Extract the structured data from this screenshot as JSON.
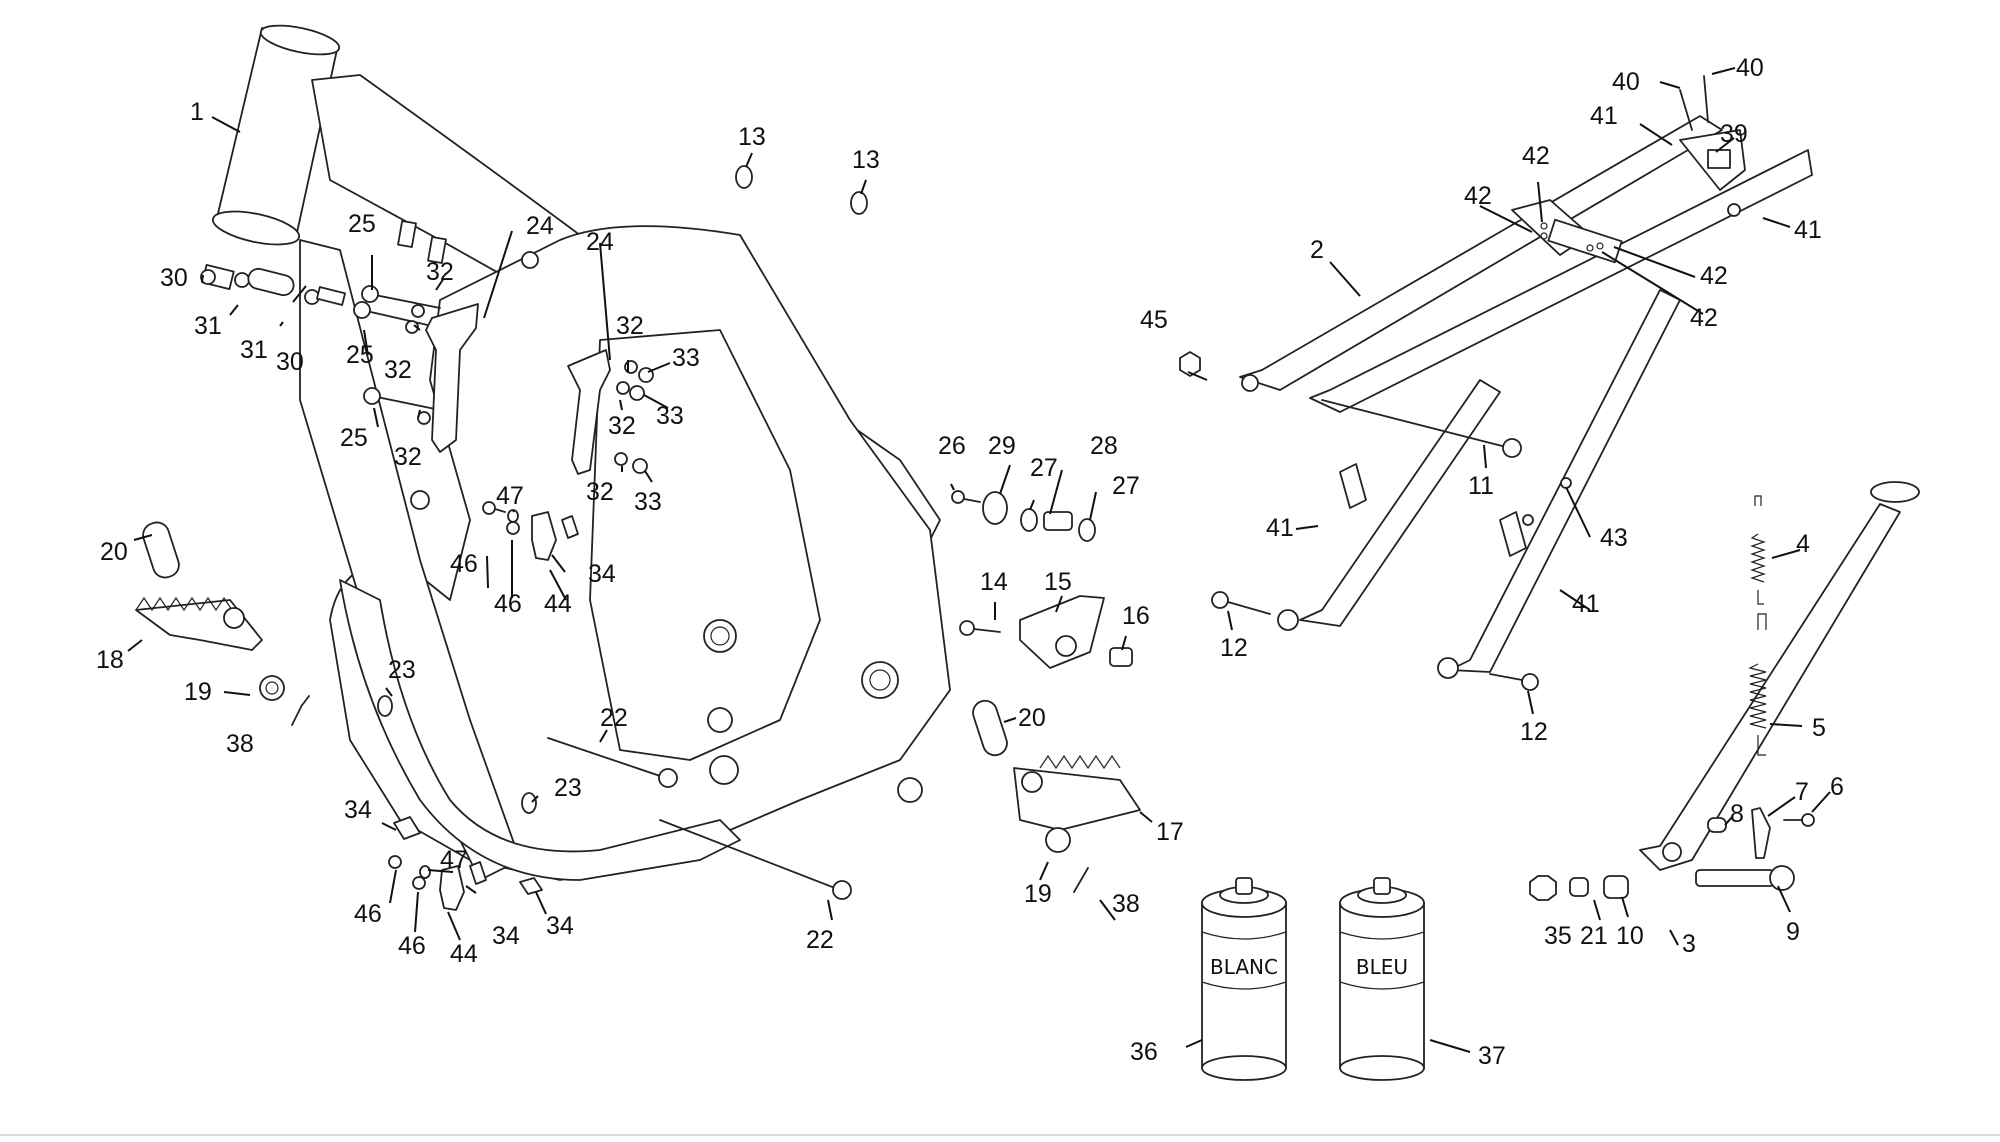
{
  "diagram": {
    "title": "",
    "type": "exploded-parts-diagram",
    "subject": "motorcycle frame, subframe, side stand, footpegs and fittings"
  },
  "cans": [
    {
      "label": "BLANC",
      "ref": "36"
    },
    {
      "label": "BLEU",
      "ref": "37"
    }
  ],
  "callouts": [
    {
      "id": "c1",
      "text": "1"
    },
    {
      "id": "c2",
      "text": "2"
    },
    {
      "id": "c3",
      "text": "3"
    },
    {
      "id": "c4",
      "text": "4"
    },
    {
      "id": "c5",
      "text": "5"
    },
    {
      "id": "c6",
      "text": "6"
    },
    {
      "id": "c7",
      "text": "7"
    },
    {
      "id": "c8",
      "text": "8"
    },
    {
      "id": "c9",
      "text": "9"
    },
    {
      "id": "c10",
      "text": "10"
    },
    {
      "id": "c11",
      "text": "11"
    },
    {
      "id": "c12a",
      "text": "12"
    },
    {
      "id": "c12b",
      "text": "12"
    },
    {
      "id": "c13a",
      "text": "13"
    },
    {
      "id": "c13b",
      "text": "13"
    },
    {
      "id": "c14",
      "text": "14"
    },
    {
      "id": "c15",
      "text": "15"
    },
    {
      "id": "c16",
      "text": "16"
    },
    {
      "id": "c17",
      "text": "17"
    },
    {
      "id": "c18",
      "text": "18"
    },
    {
      "id": "c19a",
      "text": "19"
    },
    {
      "id": "c19b",
      "text": "19"
    },
    {
      "id": "c20a",
      "text": "20"
    },
    {
      "id": "c20b",
      "text": "20"
    },
    {
      "id": "c21",
      "text": "21"
    },
    {
      "id": "c22a",
      "text": "22"
    },
    {
      "id": "c22b",
      "text": "22"
    },
    {
      "id": "c23a",
      "text": "23"
    },
    {
      "id": "c23b",
      "text": "23"
    },
    {
      "id": "c24a",
      "text": "24"
    },
    {
      "id": "c24b",
      "text": "24"
    },
    {
      "id": "c25a",
      "text": "25"
    },
    {
      "id": "c25b",
      "text": "25"
    },
    {
      "id": "c25c",
      "text": "25"
    },
    {
      "id": "c26",
      "text": "26"
    },
    {
      "id": "c27a",
      "text": "27"
    },
    {
      "id": "c27b",
      "text": "27"
    },
    {
      "id": "c28",
      "text": "28"
    },
    {
      "id": "c29",
      "text": "29"
    },
    {
      "id": "c30a",
      "text": "30"
    },
    {
      "id": "c30b",
      "text": "30"
    },
    {
      "id": "c31a",
      "text": "31"
    },
    {
      "id": "c31b",
      "text": "31"
    },
    {
      "id": "c32a",
      "text": "32"
    },
    {
      "id": "c32b",
      "text": "32"
    },
    {
      "id": "c32c",
      "text": "32"
    },
    {
      "id": "c32d",
      "text": "32"
    },
    {
      "id": "c32e",
      "text": "32"
    },
    {
      "id": "c32f",
      "text": "32"
    },
    {
      "id": "c33a",
      "text": "33"
    },
    {
      "id": "c33b",
      "text": "33"
    },
    {
      "id": "c33c",
      "text": "33"
    },
    {
      "id": "c34a",
      "text": "34"
    },
    {
      "id": "c34b",
      "text": "34"
    },
    {
      "id": "c34c",
      "text": "34"
    },
    {
      "id": "c34d",
      "text": "34"
    },
    {
      "id": "c35",
      "text": "35"
    },
    {
      "id": "c36",
      "text": "36"
    },
    {
      "id": "c37",
      "text": "37"
    },
    {
      "id": "c38a",
      "text": "38"
    },
    {
      "id": "c38b",
      "text": "38"
    },
    {
      "id": "c39",
      "text": "39"
    },
    {
      "id": "c40a",
      "text": "40"
    },
    {
      "id": "c40b",
      "text": "40"
    },
    {
      "id": "c41a",
      "text": "41"
    },
    {
      "id": "c41b",
      "text": "41"
    },
    {
      "id": "c41c",
      "text": "41"
    },
    {
      "id": "c41d",
      "text": "41"
    },
    {
      "id": "c42a",
      "text": "42"
    },
    {
      "id": "c42b",
      "text": "42"
    },
    {
      "id": "c42c",
      "text": "42"
    },
    {
      "id": "c42d",
      "text": "42"
    },
    {
      "id": "c43",
      "text": "43"
    },
    {
      "id": "c44a",
      "text": "44"
    },
    {
      "id": "c44b",
      "text": "44"
    },
    {
      "id": "c45",
      "text": "45"
    },
    {
      "id": "c46a",
      "text": "46"
    },
    {
      "id": "c46b",
      "text": "46"
    },
    {
      "id": "c46c",
      "text": "46"
    },
    {
      "id": "c46d",
      "text": "46"
    },
    {
      "id": "c47a",
      "text": "47"
    },
    {
      "id": "c47b",
      "text": "47"
    }
  ]
}
